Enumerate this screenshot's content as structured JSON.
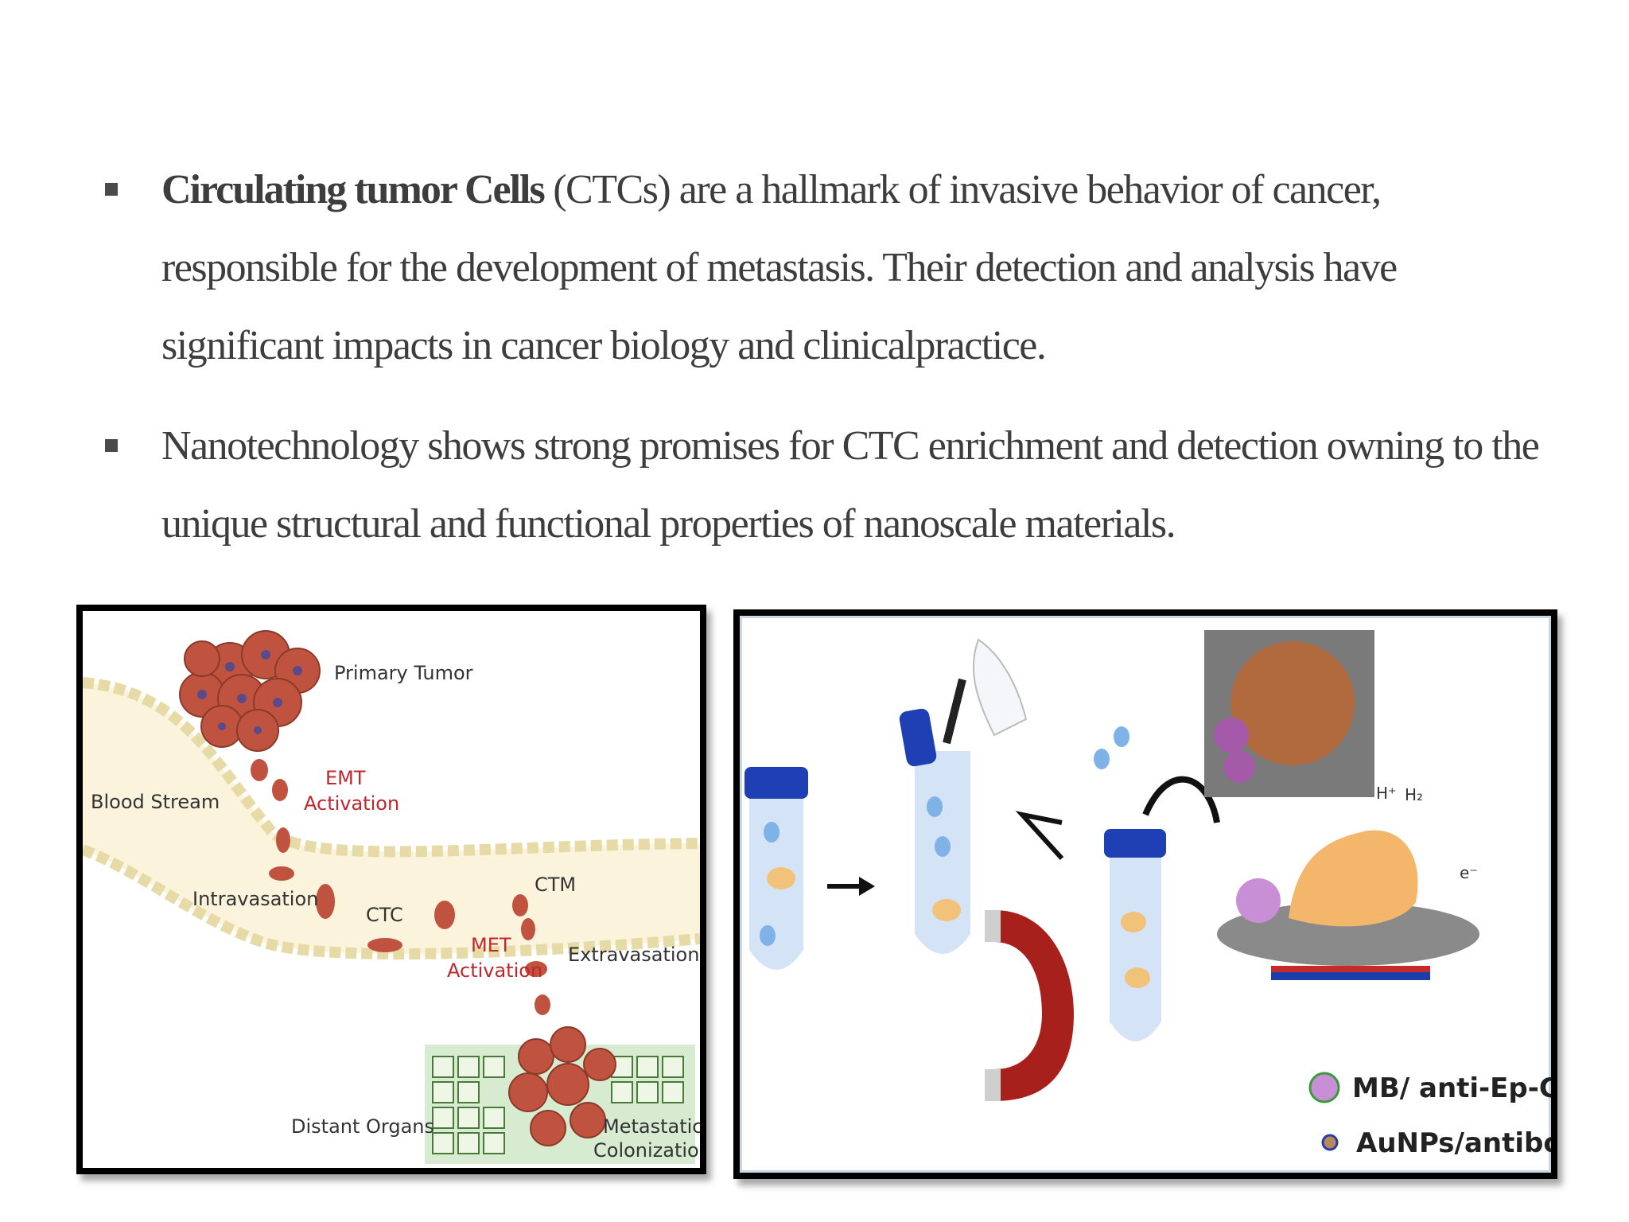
{
  "bullets": [
    {
      "bold": "Circulating tumor Cells",
      "line1_rest": " (CTCs) are a hallmark of invasive  behavior of cancer,",
      "line2": "responsible for the development of  metastasis. Their detection and analysis have",
      "line3": "significant  impacts in cancer biology and clinicalpractice."
    },
    {
      "line1": "Nanotechnology shows strong promises for CTC enrichment  and detection owning to the",
      "line2": "unique structural and functional  properties of  nanoscale materials."
    }
  ],
  "figure_left": {
    "primary_tumor": "Primary Tumor",
    "blood_stream": "Blood Stream",
    "emt_1": "EMT",
    "emt_2": "Activation",
    "intravasation": "Intravasation",
    "ctc": "CTC",
    "ctm": "CTM",
    "met_1": "MET",
    "met_2": "Activation",
    "extravasation": "Extravasation",
    "distant_organs": "Distant Organs",
    "metastatic_1": "Metastatic",
    "metastatic_2": "Colonization"
  },
  "figure_right": {
    "h_plus": "H⁺",
    "h2": "H₂",
    "e_minus": "e⁻",
    "legend_mb": "MB/ anti-Ep-CAM",
    "legend_au": "AuNPs/antibody"
  },
  "colors": {
    "tumor_cell": "#c0533f",
    "tumor_nucleus": "#5a4a8a",
    "label_red": "#c0272d",
    "vessel": "#fbf3dc",
    "tube_cap": "#1f3fb4",
    "magnet_red": "#a8201c"
  }
}
